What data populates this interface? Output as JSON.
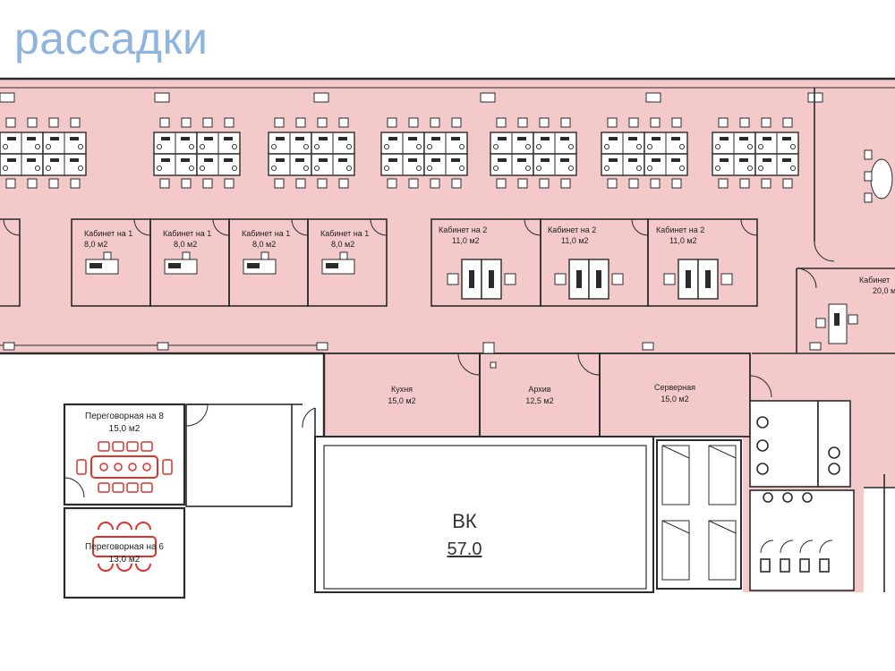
{
  "page": {
    "title": "рассадки"
  },
  "colors": {
    "title": "#8fb4de",
    "office_fill": "#f4c9c9",
    "wall": "#2b2b2b",
    "meeting_furniture": "#e0312a",
    "background": "#ffffff"
  },
  "rooms": {
    "cab1_a": {
      "name": "Кабинет на 1",
      "area": "8,0 м2"
    },
    "cab1_b": {
      "name": "Кабинет на 1",
      "area": "8,0 м2"
    },
    "cab1_c": {
      "name": "Кабинет на 1",
      "area": "8,0 м2"
    },
    "cab1_d": {
      "name": "Кабинет на 1",
      "area": "8,0 м2"
    },
    "cab2_a": {
      "name": "Кабинет на 2",
      "area": "11,0 м2"
    },
    "cab2_b": {
      "name": "Кабинет на 2",
      "area": "11,0 м2"
    },
    "cab2_c": {
      "name": "Кабинет на 2",
      "area": "11,0 м2"
    },
    "cab_big": {
      "name": "Кабинет",
      "area": "20,0 м"
    },
    "kitchen": {
      "name": "Кухня",
      "area": "15,0 м2"
    },
    "archive": {
      "name": "Архив",
      "area": "12,5 м2"
    },
    "server": {
      "name": "Серверная",
      "area": "15,0 м2"
    },
    "meeting8": {
      "name": "Переговорная на 8",
      "area": "15,0 м2"
    },
    "meeting6": {
      "name": "Переговорная на 6",
      "area": "13,0 м2"
    },
    "vk": {
      "name": "ВК",
      "area": "57.0"
    }
  }
}
